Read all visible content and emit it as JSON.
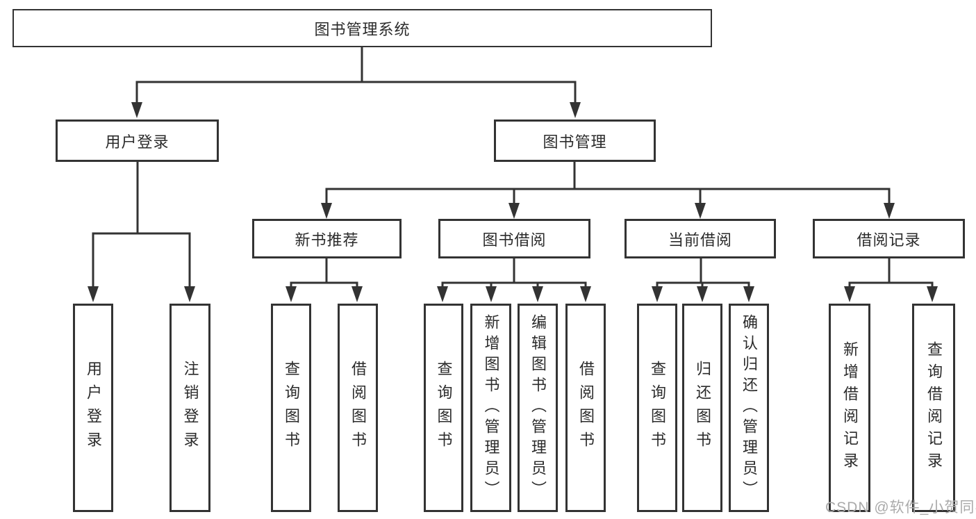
{
  "page": {
    "background": "#ffffff"
  },
  "colors": {
    "line": "#333333",
    "node_border": "#333333",
    "text": "#2b2b2b",
    "watermark": "#aaaaaa"
  },
  "tree": {
    "root": {
      "label": "图书管理系统",
      "children": [
        {
          "label": "用户登录",
          "children": [
            {
              "label": "用户登录"
            },
            {
              "label": "注销登录"
            }
          ]
        },
        {
          "label": "图书管理",
          "children": [
            {
              "label": "新书推荐",
              "children": [
                {
                  "label": "查询图书"
                },
                {
                  "label": "借阅图书"
                }
              ]
            },
            {
              "label": "图书借阅",
              "children": [
                {
                  "label": "查询图书"
                },
                {
                  "label": "新增图书（管理员）"
                },
                {
                  "label": "编辑图书（管理员）"
                },
                {
                  "label": "借阅图书"
                }
              ]
            },
            {
              "label": "当前借阅",
              "children": [
                {
                  "label": "查询图书"
                },
                {
                  "label": "归还图书"
                },
                {
                  "label": "确认归还（管理员）"
                }
              ]
            },
            {
              "label": "借阅记录",
              "children": [
                {
                  "label": "新增借阅记录"
                },
                {
                  "label": "查询借阅记录"
                }
              ]
            }
          ]
        }
      ]
    }
  },
  "watermark": {
    "text": "CSDN @软件_小贺同学"
  }
}
